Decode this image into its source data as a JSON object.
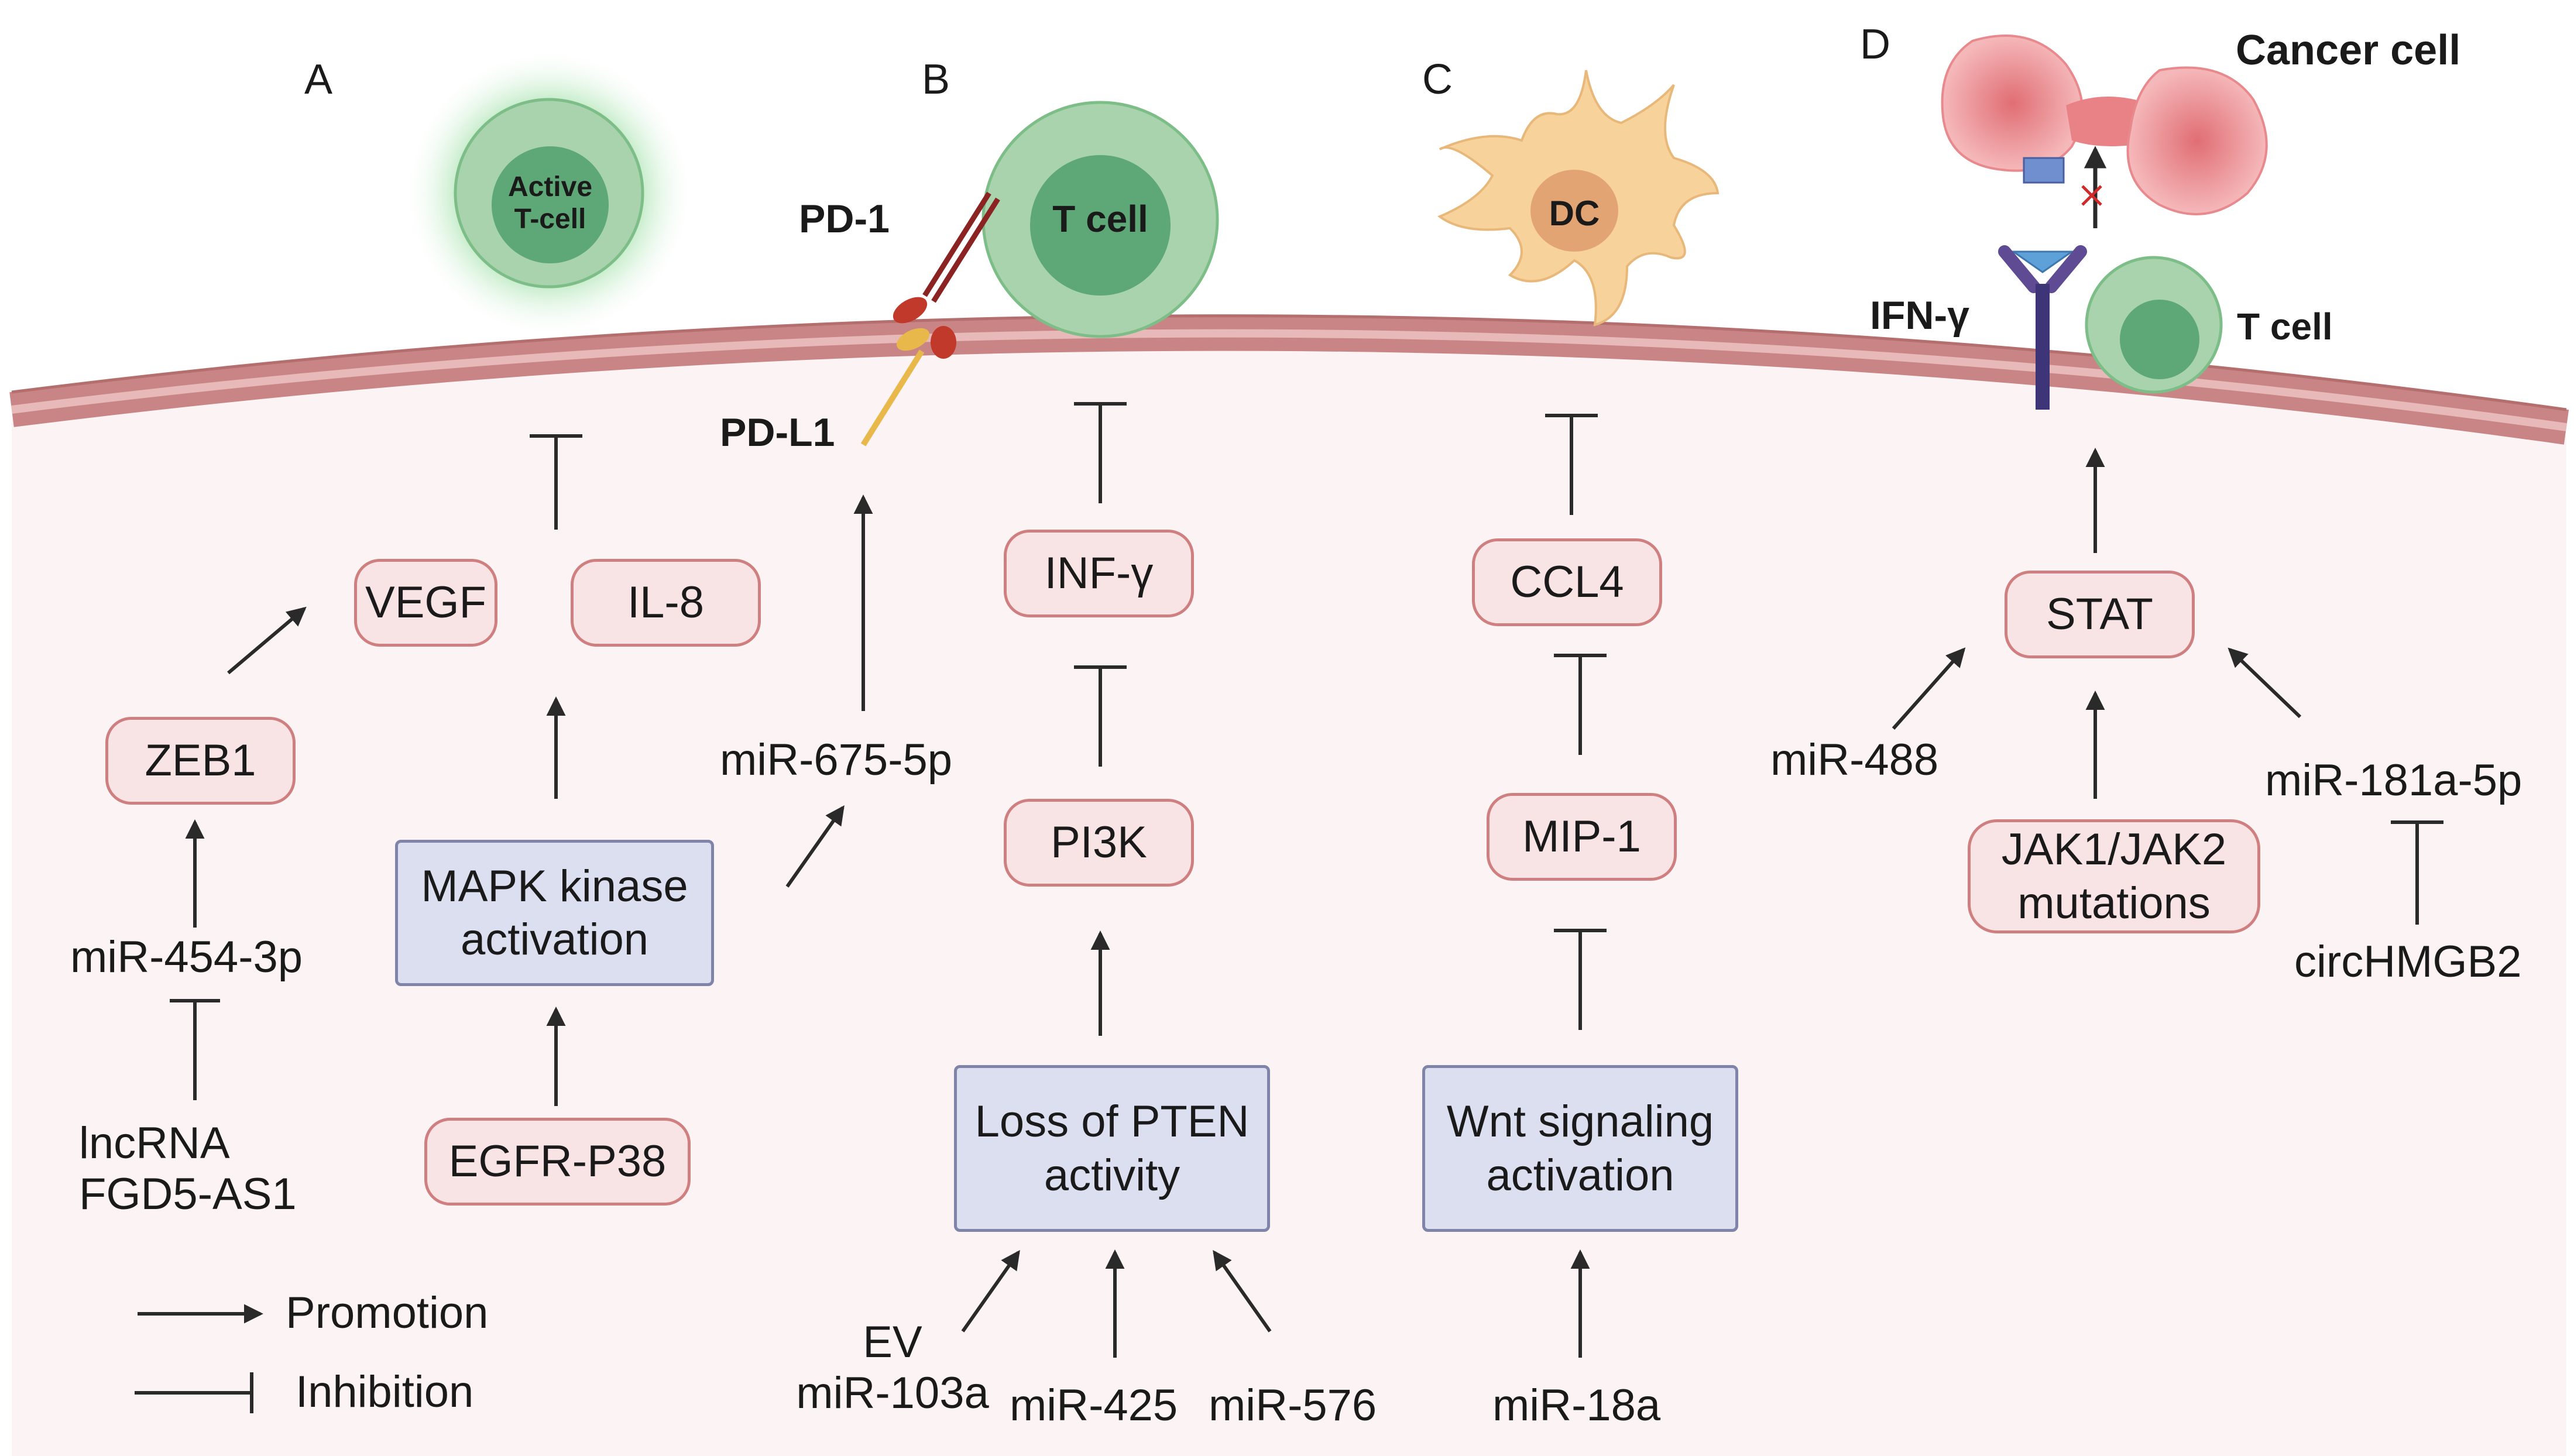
{
  "panels": {
    "a": "A",
    "b": "B",
    "c": "C",
    "d": "D"
  },
  "cells": {
    "active_tcell_line1": "Active",
    "active_tcell_line2": "T-cell",
    "tcell_b": "T cell",
    "dc": "DC",
    "cancer_cell": "Cancer cell",
    "tcell_d": "T cell",
    "pd1": "PD-1",
    "pdl1": "PD-L1",
    "ifng": "IFN-γ"
  },
  "panel_a": {
    "vegf": "VEGF",
    "il8": "IL-8",
    "zeb1": "ZEB1",
    "mapk_line1": "MAPK kinase",
    "mapk_line2": "activation",
    "mir454": "miR-454-3p",
    "lncrna_line1": "lncRNA",
    "lncrna_line2": "FGD5-AS1",
    "egfr": "EGFR-P38"
  },
  "panel_b": {
    "mir675": "miR-675-5p",
    "infg": "INF-γ",
    "pi3k": "PI3K",
    "pten_line1": "Loss of PTEN",
    "pten_line2": "activity",
    "ev_mir103a_line1": "EV",
    "ev_mir103a_line2": "miR-103a",
    "mir425": "miR-425",
    "mir576": "miR-576"
  },
  "panel_c": {
    "ccl4": "CCL4",
    "mip1": "MIP-1",
    "wnt_line1": "Wnt signaling",
    "wnt_line2": "activation",
    "mir18a": "miR-18a"
  },
  "panel_d": {
    "stat": "STAT",
    "mir488": "miR-488",
    "mir181a": "miR-181a-5p",
    "jak_line1": "JAK1/JAK2",
    "jak_line2": "mutations",
    "circhmgb2": "circHMGB2"
  },
  "legend": {
    "promotion": "Promotion",
    "inhibition": "Inhibition"
  },
  "colors": {
    "pink_fill": "#f8e4e4",
    "pink_border": "#cf7f7f",
    "blue_fill": "#dcdff0",
    "blue_border": "#7f84a8",
    "membrane": "#c98585",
    "cytoplasm": "#fcf4f4",
    "tcell_outer": "#a8d3ad",
    "tcell_inner": "#5ea777",
    "dc_fill": "#f7d29a",
    "dc_nucleus": "#e3a474",
    "cancer_fill": "#ec8f92"
  }
}
